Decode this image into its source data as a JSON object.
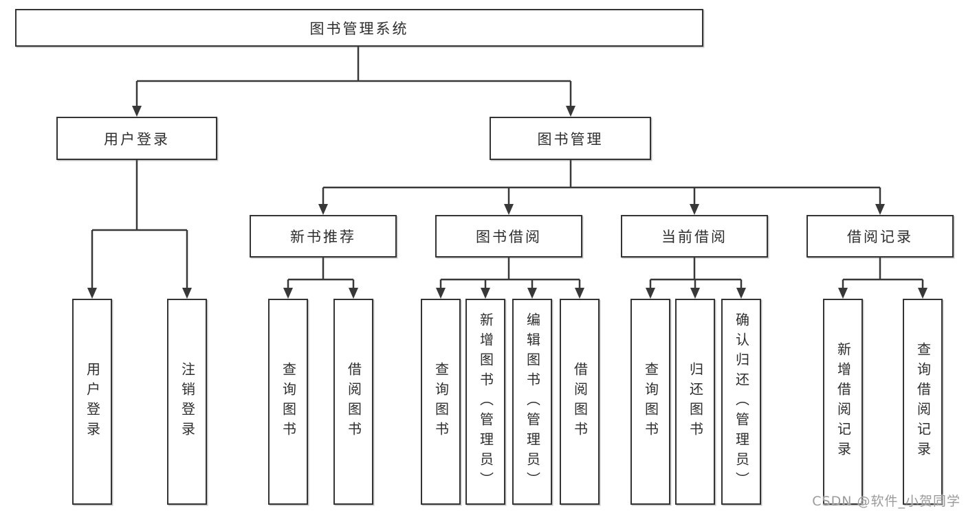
{
  "colors": {
    "line": "#383838",
    "box_border": "#333333",
    "text": "#2e2e2e",
    "watermark": "#9b9b9b",
    "background": "#ffffff"
  },
  "watermark": "CSDN @软件_小贺同学",
  "tree": {
    "root": {
      "label": "图书管理系统"
    },
    "branches": [
      {
        "label": "用户登录",
        "children": [
          {
            "label": "用户登录"
          },
          {
            "label": "注销登录"
          }
        ]
      },
      {
        "label": "图书管理",
        "groups": [
          {
            "label": "新书推荐",
            "children": [
              {
                "label": "查询图书"
              },
              {
                "label": "借阅图书"
              }
            ]
          },
          {
            "label": "图书借阅",
            "children": [
              {
                "label": "查询图书"
              },
              {
                "label": "新增图书（管理员）"
              },
              {
                "label": "编辑图书（管理员）"
              },
              {
                "label": "借阅图书"
              }
            ]
          },
          {
            "label": "当前借阅",
            "children": [
              {
                "label": "查询图书"
              },
              {
                "label": "归还图书"
              },
              {
                "label": "确认归还（管理员）"
              }
            ]
          },
          {
            "label": "借阅记录",
            "children": [
              {
                "label": "新增借阅记录"
              },
              {
                "label": "查询借阅记录"
              }
            ]
          }
        ]
      }
    ]
  }
}
